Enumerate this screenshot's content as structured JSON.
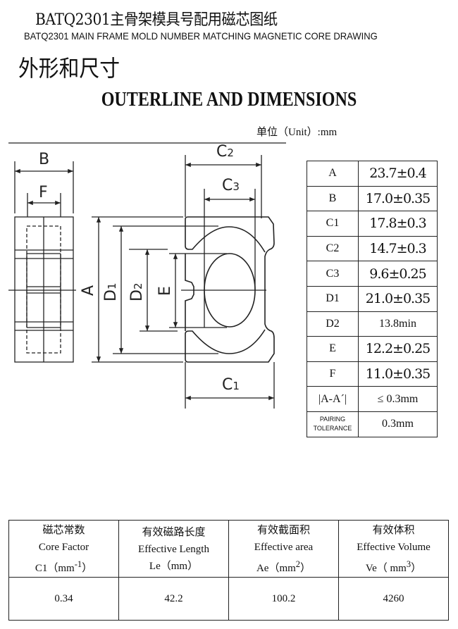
{
  "title_cn": "BATQ2301主骨架模具号配用磁芯图纸",
  "title_en": "BATQ2301 MAIN FRAME MOLD NUMBER MATCHING MAGNETIC CORE DRAWING",
  "section_cn": "外形和尺寸",
  "section_en": "OUTERLINE AND DIMENSIONS",
  "unit": "单位（Unit）:mm",
  "drawing_labels": {
    "B": "B",
    "F": "F",
    "A": "A",
    "D1": "D",
    "D1_sub": "1",
    "D2": "D",
    "D2_sub": "2",
    "E": "E",
    "C1": "C",
    "C1_sub": "1",
    "C2": "C",
    "C2_sub": "2",
    "C3": "C",
    "C3_sub": "3"
  },
  "dimensions": [
    {
      "key": "A",
      "value": "23.7±0.4"
    },
    {
      "key": "B",
      "value": "17.0±0.35"
    },
    {
      "key": "C1",
      "value": "17.8±0.3"
    },
    {
      "key": "C2",
      "value": "14.7±0.3"
    },
    {
      "key": "C3",
      "value": "9.6±0.25"
    },
    {
      "key": "D1",
      "value": "21.0±0.35"
    },
    {
      "key": "D2",
      "value": "13.8min"
    },
    {
      "key": "E",
      "value": "12.2±0.25"
    },
    {
      "key": "F",
      "value": "11.0±0.35"
    },
    {
      "key": "|A-A´|",
      "value": "≤ 0.3mm"
    },
    {
      "key_line1": "PAIRING",
      "key_line2": "TOLERANCE",
      "value": "0.3mm"
    }
  ],
  "params": {
    "headers": [
      {
        "cn": "磁芯常数",
        "en": "Core Factor",
        "unit": "C1（mm",
        "sup": "-1",
        "close": "）"
      },
      {
        "cn": "有效磁路长度",
        "en": "Effective Length",
        "unit": "Le（mm）",
        "sup": "",
        "close": ""
      },
      {
        "cn": "有效截面积",
        "en": "Effective area",
        "unit": "Ae（mm",
        "sup": "2",
        "close": "）"
      },
      {
        "cn": "有效体积",
        "en": "Effective Volume",
        "unit": "Ve（ mm",
        "sup": "3",
        "close": "）"
      }
    ],
    "values": [
      "0.34",
      "42.2",
      "100.2",
      "4260"
    ]
  }
}
